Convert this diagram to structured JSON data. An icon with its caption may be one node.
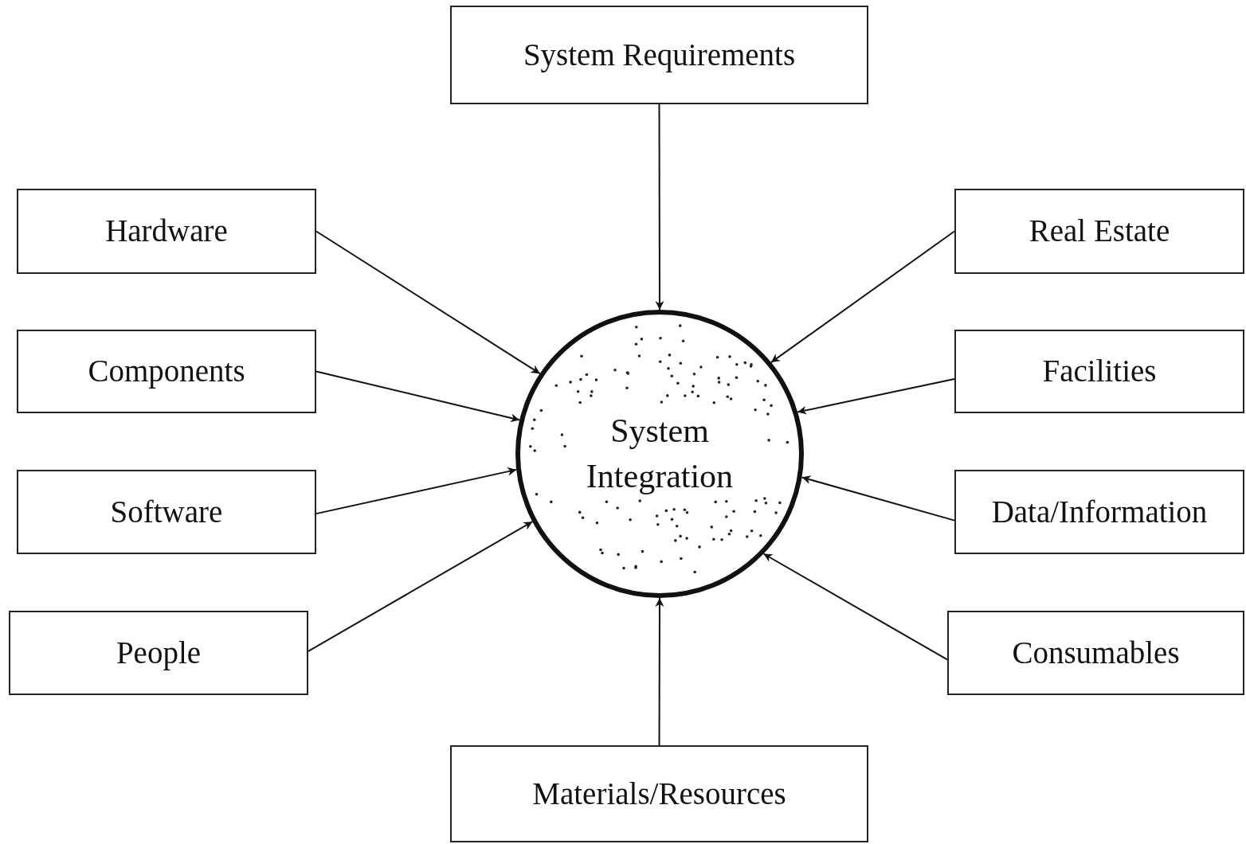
{
  "diagram": {
    "nodes": [
      {
        "text": [
          "System Requirements"
        ]
      },
      {
        "text": [
          "Hardware"
        ]
      },
      {
        "text": [
          "Components"
        ]
      },
      {
        "text": [
          "Software"
        ]
      },
      {
        "text": [
          "People"
        ]
      },
      {
        "text": [
          "Real Estate"
        ]
      },
      {
        "text": [
          "Facilities"
        ]
      },
      {
        "text": [
          "Data/Information"
        ]
      },
      {
        "text": [
          "Consumables"
        ]
      },
      {
        "text": [
          "Materials/Resources"
        ]
      },
      {
        "text": [
          "System Integration"
        ]
      }
    ],
    "edges": [
      {
        "from": 0,
        "to": 10,
        "arrow": "to"
      },
      {
        "from": 1,
        "to": 10,
        "arrow": "to"
      },
      {
        "from": 2,
        "to": 10,
        "arrow": "to"
      },
      {
        "from": 3,
        "to": 10,
        "arrow": "to"
      },
      {
        "from": 4,
        "to": 10,
        "arrow": "to"
      },
      {
        "from": 5,
        "to": 10,
        "arrow": "to"
      },
      {
        "from": 6,
        "to": 10,
        "arrow": "to"
      },
      {
        "from": 7,
        "to": 10,
        "arrow": "to"
      },
      {
        "from": 8,
        "to": 10,
        "arrow": "to"
      },
      {
        "from": 9,
        "to": 10,
        "arrow": "to"
      }
    ]
  }
}
